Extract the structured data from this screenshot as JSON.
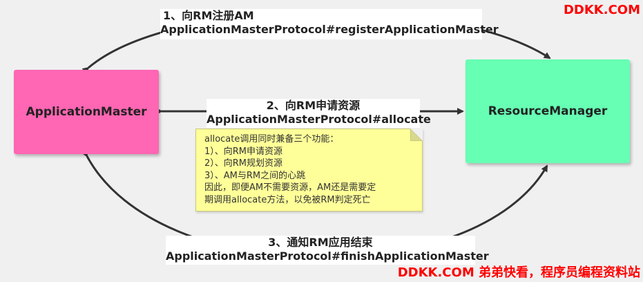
{
  "nodes": {
    "application_master": "ApplicationMaster",
    "resource_manager": "ResourceManager"
  },
  "edges": {
    "register": {
      "line1": "1、向RM注册AM",
      "line2": "ApplicationMasterProtocol#registerApplicationMaster"
    },
    "allocate": {
      "line1": "2、向RM申请资源",
      "line2": "ApplicationMasterProtocol#allocate"
    },
    "finish": {
      "line1": "3、通知RM应用结束",
      "line2": "ApplicationMasterProtocol#finishApplicationMaster"
    }
  },
  "note": {
    "lines": [
      "allocate调用同时兼备三个功能：",
      "1）、向RM申请资源",
      "2）、向RM规划资源",
      "3）、AM与RM之间的心跳",
      "因此，即便AM不需要资源，AM还是需要定",
      "期调用allocate方法，以免被RM判定死亡"
    ]
  },
  "watermarks": {
    "top": "DDKK.COM",
    "bottom": "DDKK.COM 弟弟快看，程序员编程资料站"
  },
  "colors": {
    "application_master": "#ff66b3",
    "resource_manager": "#66ffb3",
    "note": "#ffff99",
    "watermark": "#ff0000"
  }
}
